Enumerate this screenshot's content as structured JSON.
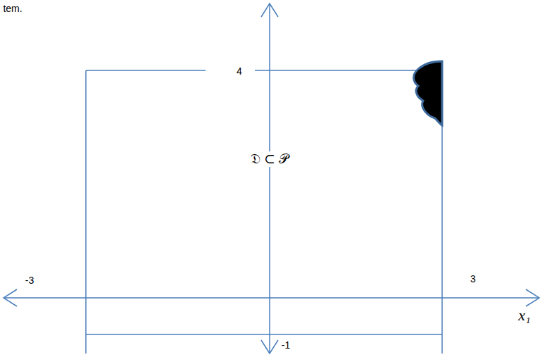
{
  "diagram": {
    "labels": [
      "tem.",
      "4",
      "𝔇 ⊂ 𝒫",
      "-3",
      "3",
      "x₁",
      "-1"
    ]
  }
}
